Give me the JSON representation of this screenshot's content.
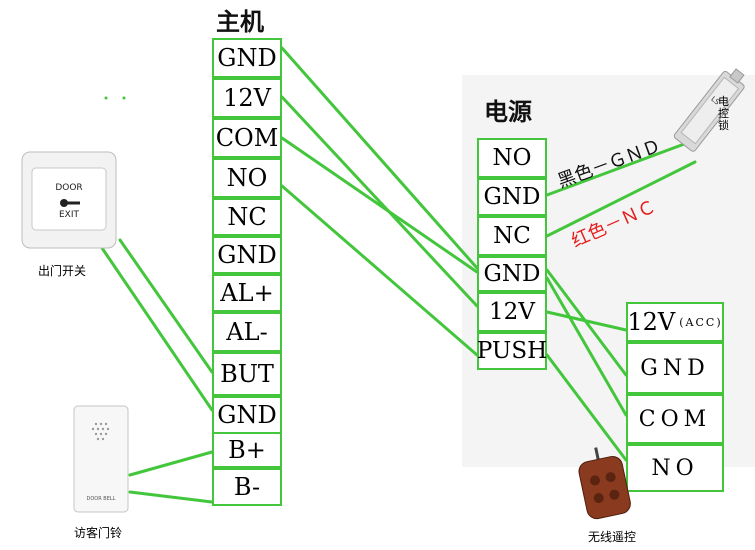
{
  "host": {
    "title": "主机",
    "terminals": [
      "GND",
      "12V",
      "COM",
      "NO",
      "NC",
      "GND",
      "AL+",
      "AL-",
      "BUT",
      "GND",
      "B+",
      "B-"
    ]
  },
  "power": {
    "title": "电源",
    "terminals": [
      "NO",
      "GND",
      "NC",
      "GND",
      "12V",
      "PUSH"
    ]
  },
  "remote": {
    "terminals": [
      "12V",
      "GND",
      "COM",
      "NO"
    ],
    "acc_note": "(ACC)"
  },
  "labels": {
    "black_gnd": "黑色－ＧＮＤ",
    "red_nc": "红色－ＮＣ",
    "lock": "电控锁",
    "exit_switch": "出门开关",
    "doorbell": "访客门铃",
    "wireless_remote": "无线遥控"
  },
  "exit_button": {
    "line1": "DOOR",
    "line2": "EXIT"
  },
  "doorbell_brand": "DOOR BELL",
  "lock_marks": "LS",
  "colors": {
    "wire": "#43c63c",
    "red_label": "#e51c1c",
    "black_label": "#111111"
  }
}
